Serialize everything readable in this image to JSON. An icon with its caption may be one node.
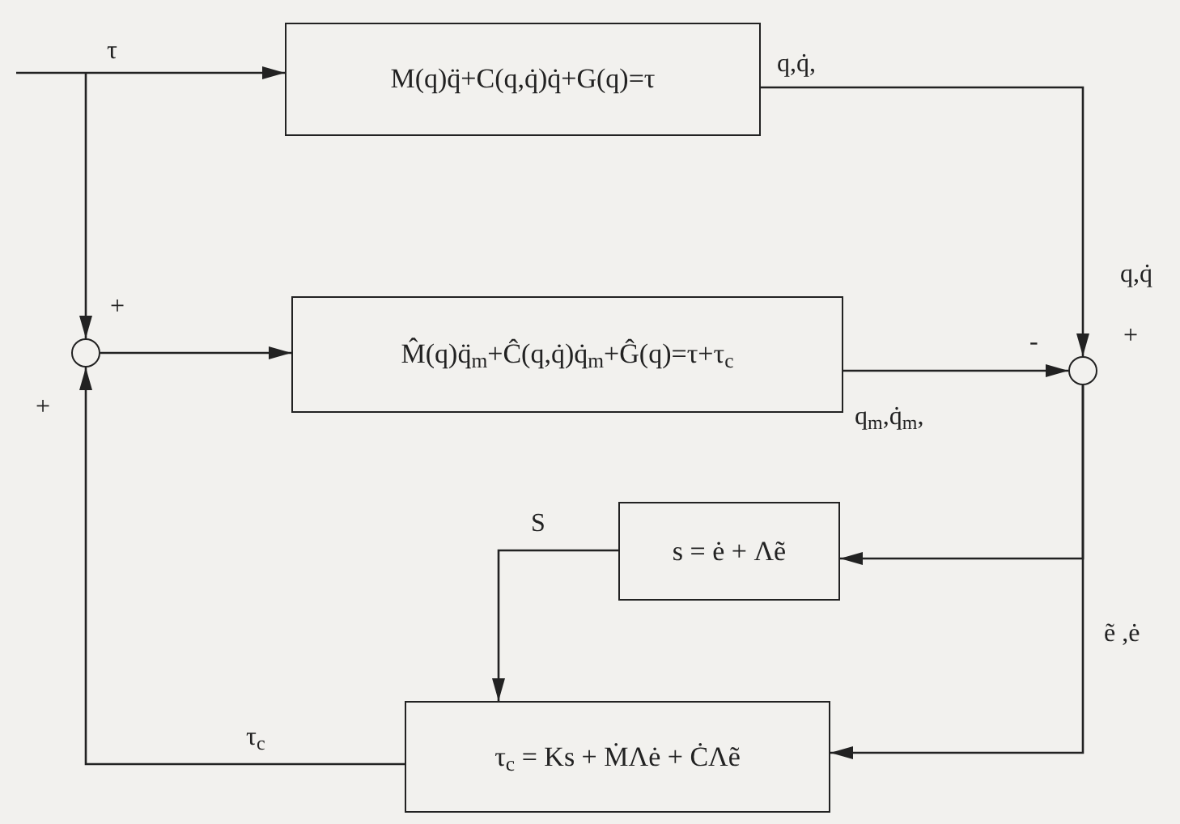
{
  "diagram": {
    "nodes": [
      {
        "text": [
          "M(q)q̈+C(q,q̇)q̇+G(q)=τ"
        ]
      },
      {
        "text": [],
        "shape": "circle"
      },
      {
        "text": [
          "M̂(q)q̈$_{m}$+Ĉ(q,q̇)q̇$_{m}$+Ĝ(q)=τ+τ$_{c}$"
        ]
      },
      {
        "text": [],
        "shape": "circle"
      },
      {
        "text": [
          "s = ė + Λẽ"
        ]
      },
      {
        "text": [
          "τ$_{c}$ = Ks + ṀΛė + ĊΛẽ"
        ]
      }
    ],
    "edges": [
      {
        "from": null,
        "to": 0,
        "arrow": "to",
        "label": "τ"
      },
      {
        "from": null,
        "to": 1,
        "arrow": "to"
      },
      {
        "from": 0,
        "to": 3,
        "arrow": "to",
        "label": "q,q̇,"
      },
      {
        "from": 1,
        "to": 2,
        "arrow": "to"
      },
      {
        "from": 2,
        "to": 3,
        "arrow": "to",
        "label": "q$_{m}$,q̇$_{m}$,"
      },
      {
        "from": 3,
        "to": 4,
        "arrow": "to"
      },
      {
        "from": 3,
        "to": 5,
        "arrow": "to"
      },
      {
        "from": 4,
        "to": 5,
        "arrow": "to",
        "label": "S"
      },
      {
        "from": 5,
        "to": 1,
        "arrow": "to",
        "label": "τ$_{c}$"
      }
    ],
    "labels": [
      "q,q̇",
      "+",
      "+",
      "-",
      "+",
      "ẽ ,ė"
    ]
  }
}
